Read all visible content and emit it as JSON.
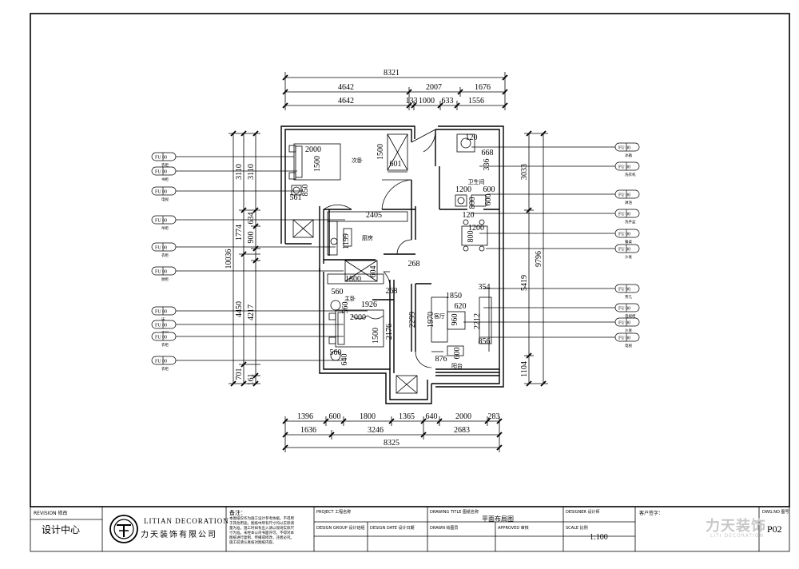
{
  "dimensions": {
    "top_total": "8321",
    "top_row1": [
      "4642",
      "2007",
      "1676"
    ],
    "top_row2": [
      "4642",
      "133",
      "1000",
      "633",
      "1556"
    ],
    "bottom_row1": [
      "1396",
      "600",
      "1800",
      "1365",
      "640",
      "2000",
      "283"
    ],
    "bottom_row2": [
      "1636",
      "3246",
      "2683"
    ],
    "bottom_total": "8325",
    "left_outer_total": "10036",
    "left_col1": [
      "3110",
      "1774",
      "4450",
      "701"
    ],
    "left_col2": [
      "3110",
      "634",
      "900",
      "4217",
      "161"
    ],
    "right_col1": [
      "3033",
      "5419",
      "1104"
    ],
    "right_total": "9796"
  },
  "interior_dims": [
    "2000",
    "1500",
    "601",
    "1500",
    "850",
    "561",
    "2405",
    "1199",
    "1800",
    "604",
    "120",
    "668",
    "336",
    "1200",
    "600",
    "800",
    "600",
    "120",
    "800",
    "1200",
    "268",
    "2299",
    "1850",
    "1970",
    "2212",
    "620",
    "960",
    "354",
    "856",
    "876",
    "600",
    "560",
    "1926",
    "560",
    "2000",
    "1500",
    "2176",
    "560",
    "640",
    "268"
  ],
  "room_labels": {
    "second_bedroom": "次卧",
    "bathroom": "卫生间",
    "kitchen": "厨房",
    "master_bedroom": "主卧",
    "living_room": "客厅",
    "balcony": "阳台"
  },
  "callout_tag": "FU 00",
  "left_callouts": [
    "衣柜",
    "书柜",
    "电视",
    "吊柜",
    "衣柜",
    "厨柜",
    "床",
    "电视",
    "衣柜"
  ],
  "right_callouts": [
    "冰箱",
    "洗衣机",
    "淋浴",
    "洗手盆",
    "餐桌",
    "沙发",
    "茶几",
    "电视柜",
    "沙发",
    "电视"
  ],
  "title_block": {
    "revision_label": "REVISION 修改",
    "design_center": "设计中心",
    "company_en": "LITIAN DECORATION",
    "company_cn": "力天装饰有限公司",
    "notes_label": "备注：",
    "notes_text": [
      "本图纸仅作为施工设计参考依据，不得用",
      "于其他用途。图纸中所有尺寸均以实际测",
      "量为准，施工时如有出入请以现场实际尺",
      "寸为准。未经本公司书面许可，不得对本",
      "图纸进行复制、传播或修改，违者必究。",
      "施工前请认真核对图纸内容。"
    ],
    "project_label": "PROJECT 工程名称",
    "design_group_label": "DESIGN GROUP 设计班组",
    "design_date_label": "DESIGN DATE 设计日期",
    "drawing_title_label": "DRAWING TITLE 图纸名称",
    "drawn_label": "DRAWN 绘图员",
    "approved_label": "APPROVED 审核",
    "drawing_title": "平面布局图",
    "designer_label": "DESIGNER 设计师",
    "scale_label": "SCALE 比例",
    "scale": "1:100",
    "client_label": "客户签字：",
    "dwg_no_label": "DWG.NO 图号",
    "page_no": "P02",
    "watermark_cn": "力天装饰",
    "watermark_en": "LITI DECORATION"
  }
}
